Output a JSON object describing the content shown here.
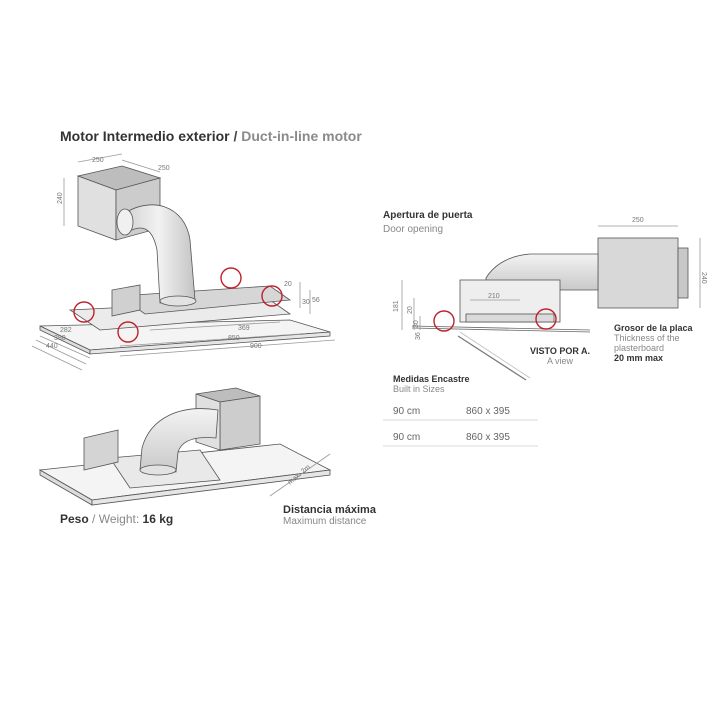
{
  "title": {
    "es": "Motor Intermedio exterior",
    "separator": "/",
    "en": "Duct-in-line motor"
  },
  "top_view": {
    "dims": {
      "w250a": "250",
      "w250b": "250",
      "h240": "240",
      "d20": "20",
      "d30": "30",
      "d56": "56",
      "d282": "282",
      "d380": "380",
      "d440": "440",
      "d369": "369",
      "d850": "850",
      "d900": "900"
    }
  },
  "door_opening": {
    "es": "Apertura de puerta",
    "en": "Door opening",
    "dims": {
      "w250": "250",
      "h240": "240",
      "h181": "181",
      "d210": "210",
      "d20": "20",
      "d30": "30",
      "d36": "36"
    }
  },
  "view_a": {
    "es": "VISTO POR A.",
    "en": "A view"
  },
  "plasterboard": {
    "es": "Grosor de la placa",
    "en_line1": "Thickness of the",
    "en_line2": "plasterboard",
    "max": "20 mm max"
  },
  "built_in": {
    "es": "Medidas Encastre",
    "en": "Built in Sizes",
    "rows": [
      {
        "size": "90 cm",
        "dims": "860 x 395"
      },
      {
        "size": "90 cm",
        "dims": "860 x 395"
      }
    ]
  },
  "max_distance": {
    "dim_label": "max. 2m",
    "es": "Distancia máxima",
    "en": "Maximum distance"
  },
  "weight": {
    "es": "Peso",
    "separator": "/",
    "en": "Weight:",
    "value": "16 kg"
  },
  "colors": {
    "line": "#555555",
    "light_line": "#999999",
    "highlight_circle": "#c0202a",
    "duct_fill": "#e4e4e4",
    "box_fill": "#d8d8d8"
  }
}
